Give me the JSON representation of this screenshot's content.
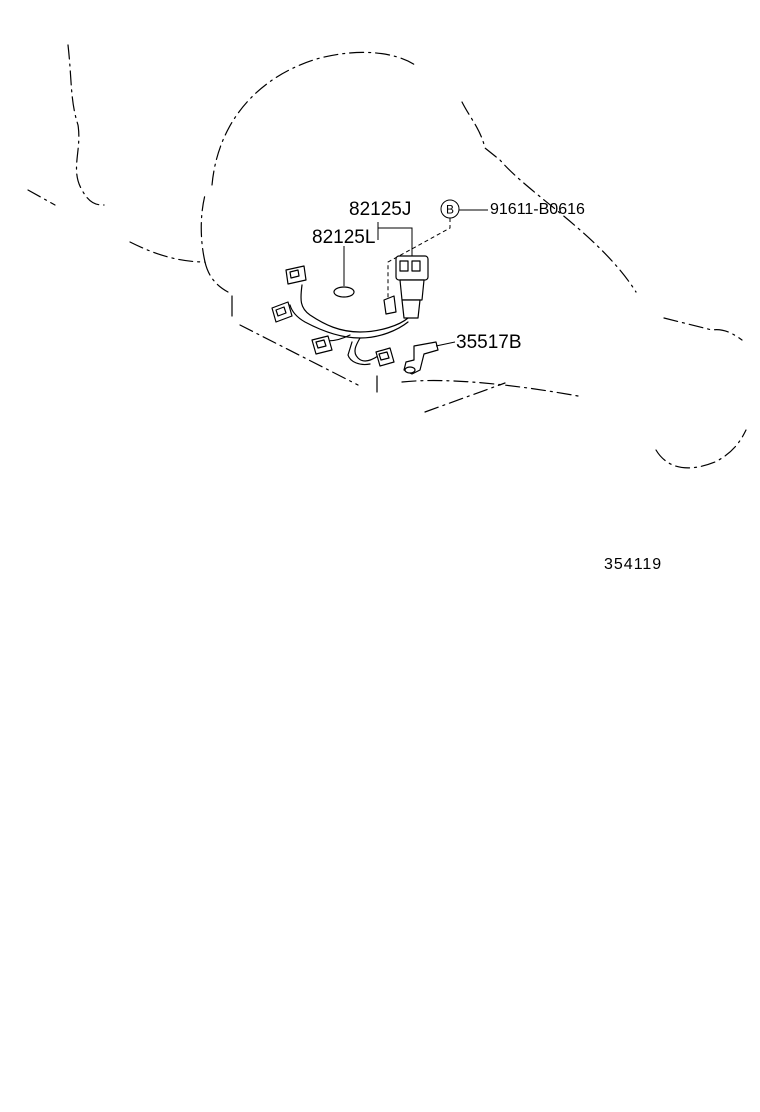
{
  "labels": {
    "part_a": "82125J",
    "part_b": "82125L",
    "part_c": "91611-B0616",
    "part_d": "35517B",
    "callout_letter": "B",
    "figure_number": "354119"
  }
}
